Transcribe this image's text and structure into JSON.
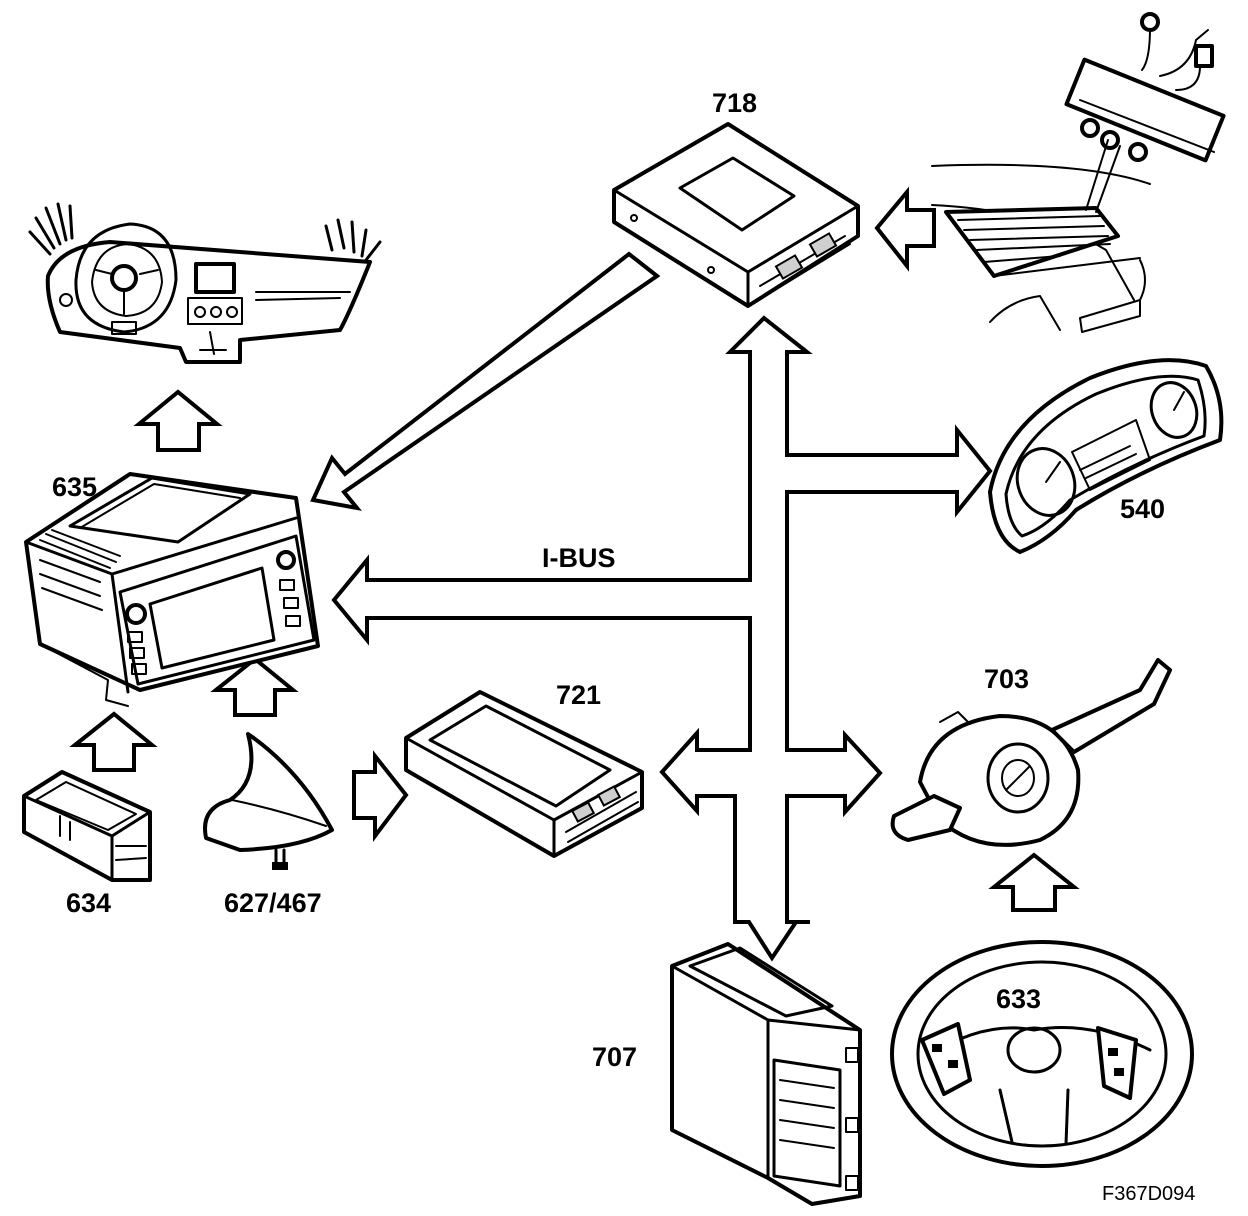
{
  "labels": {
    "radio_unit": "635",
    "display_module": "718",
    "instrument_cluster": "540",
    "steering_switch": "703",
    "tuner_module": "721",
    "control_module": "707",
    "steering_wheel": "633",
    "switch_pack": "634",
    "antenna": "627/467",
    "bus_name": "I-BUS",
    "figure_id": "F367D094"
  }
}
